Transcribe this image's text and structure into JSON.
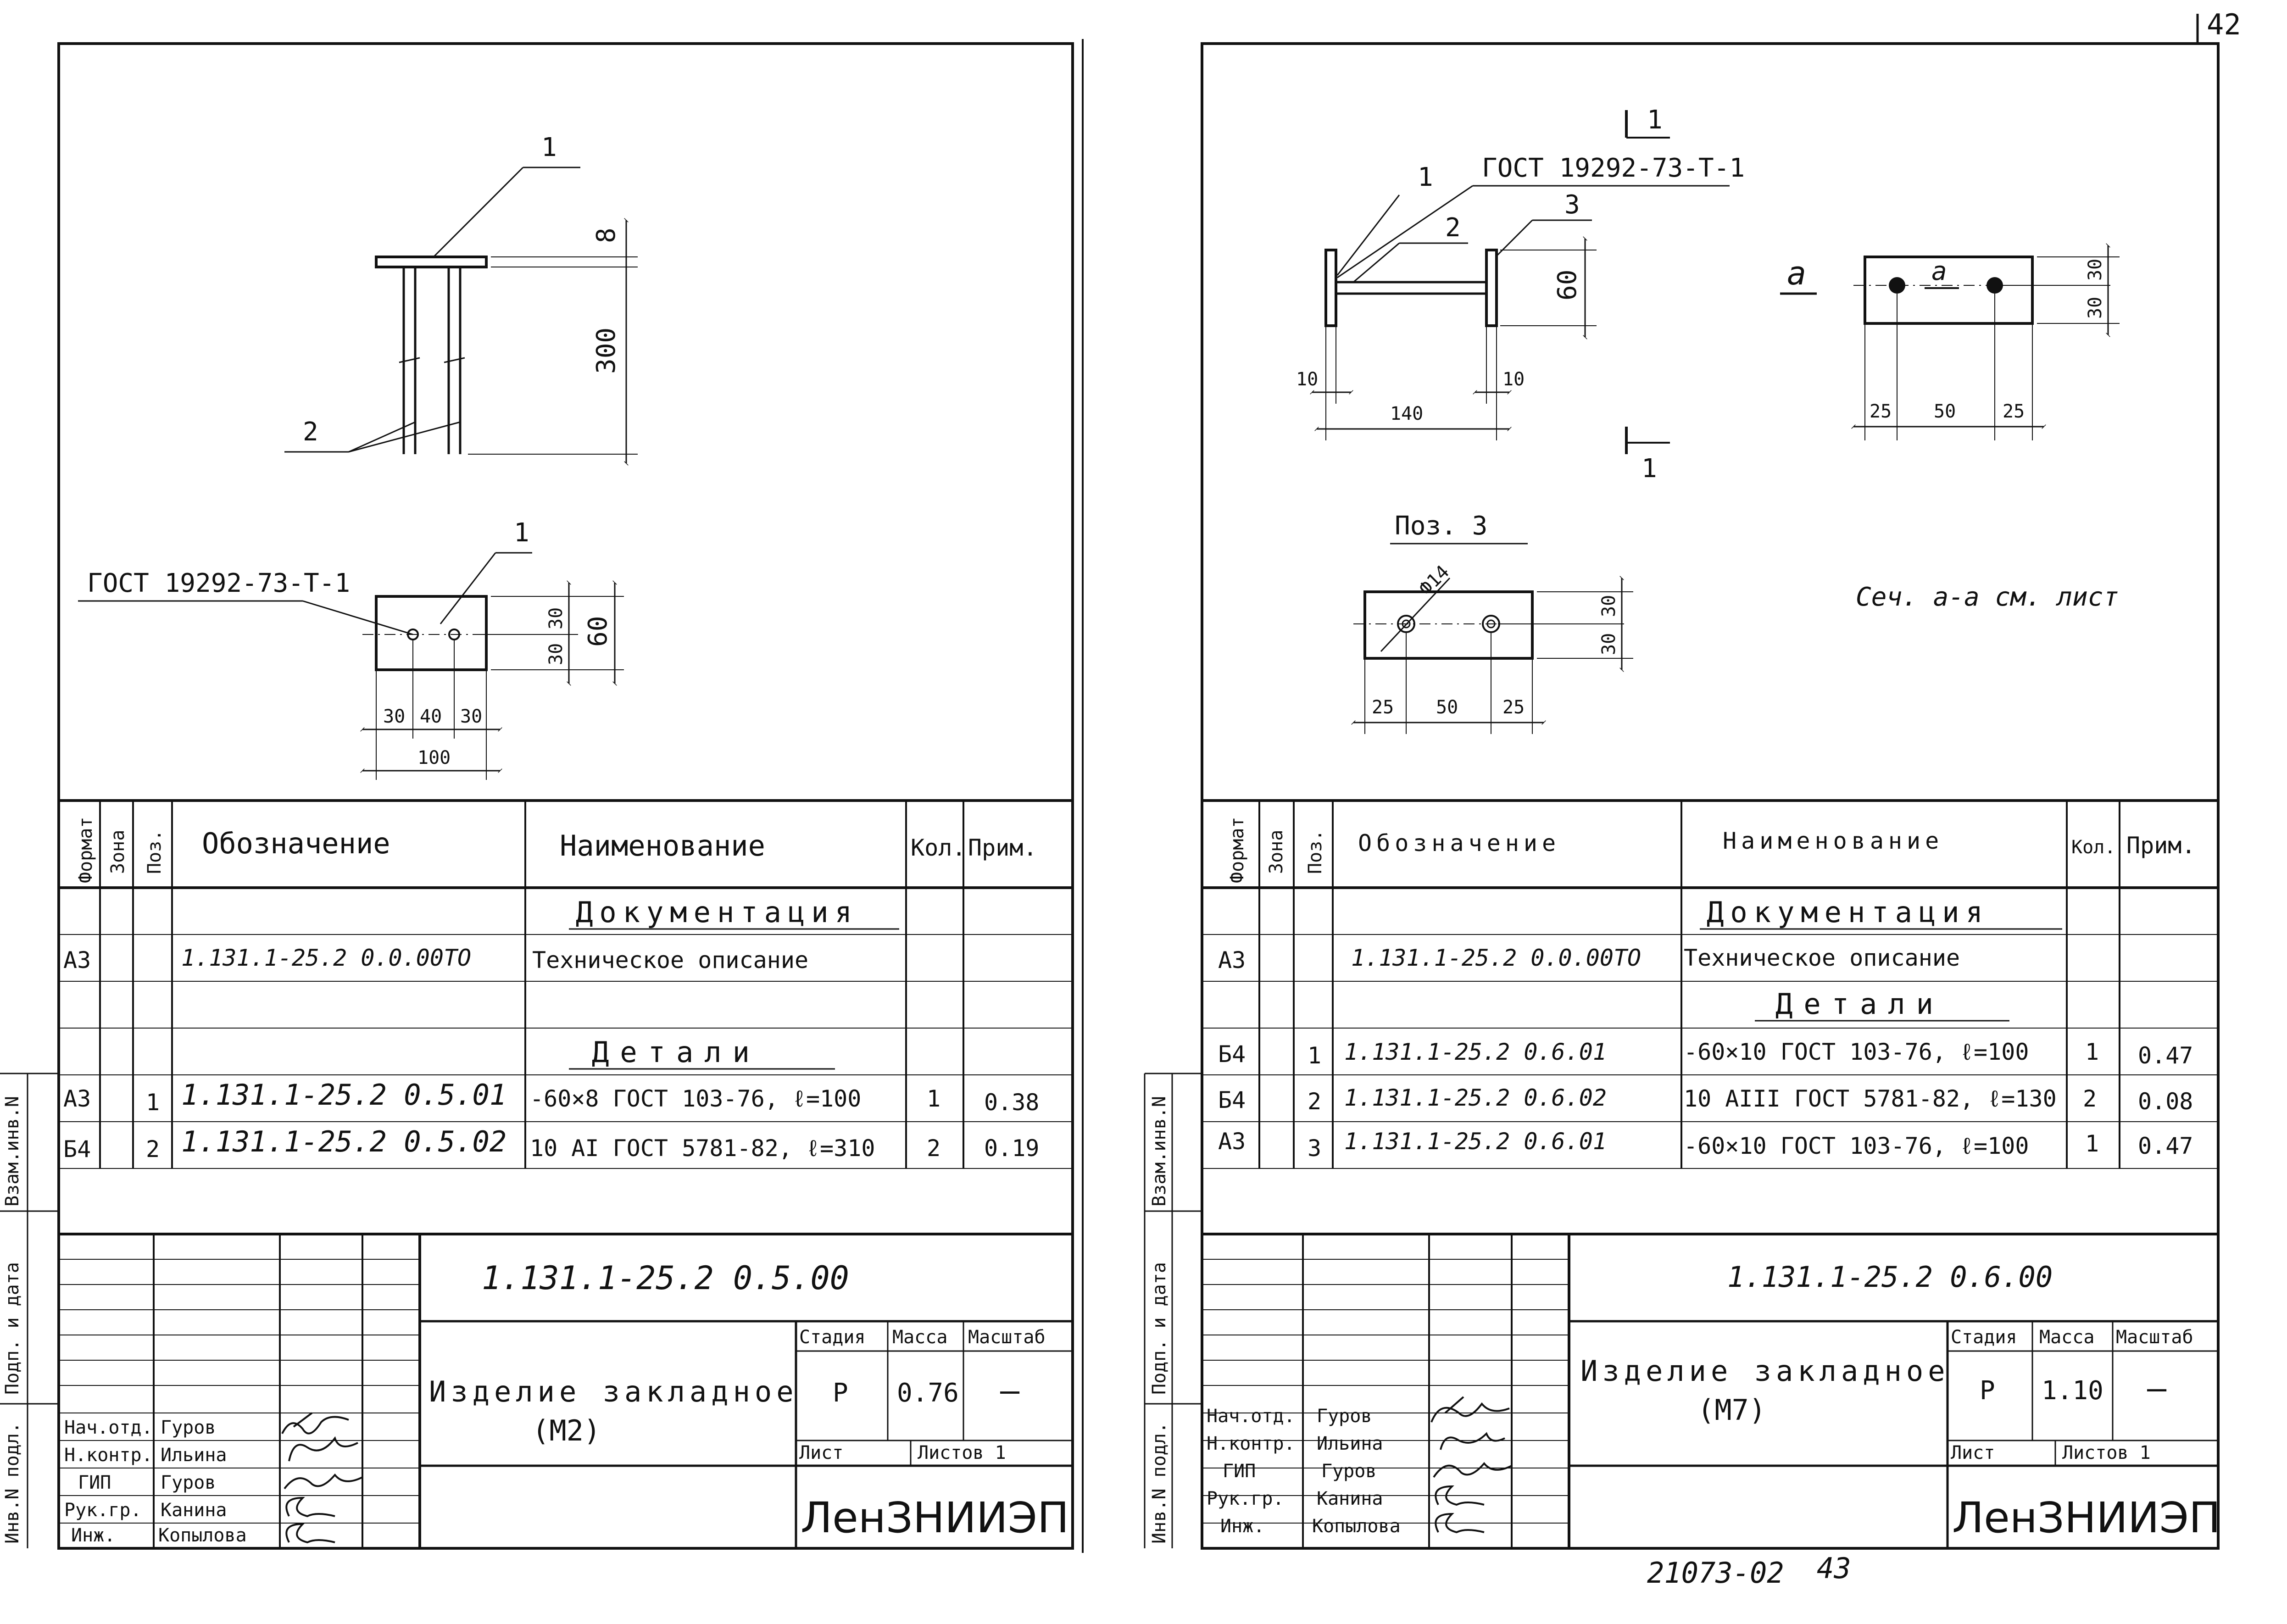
{
  "sheet_number": "42",
  "footer": {
    "doc_code": "21073-02",
    "page": "43"
  },
  "left": {
    "drawing": {
      "callout_1": "1",
      "callout_1b": "1",
      "callout_2": "2",
      "gost_label": "ГОСТ 19292-73-Т-1",
      "dims": {
        "d8": "8",
        "d300": "300",
        "d30a": "30",
        "d30b": "30",
        "d60": "60",
        "w30a": "30",
        "w40": "40",
        "w30b": "30",
        "w100": "100"
      }
    },
    "spec": {
      "headers": {
        "format": "Формат",
        "zone": "Зона",
        "pos": "Поз.",
        "designation": "Обозначение",
        "name": "Наименование",
        "qty": "Кол.",
        "note": "Прим."
      },
      "section_doc": "Документация",
      "doc_row": {
        "format": "А3",
        "designation": "1.131.1-25.2 0.0.00ТО",
        "name": "Техническое описание"
      },
      "section_parts": "Детали",
      "rows": [
        {
          "format": "А3",
          "pos": "1",
          "designation": "1.131.1-25.2 0.5.01",
          "name": "-60×8 ГОСТ 103-76, ℓ=100",
          "qty": "1",
          "note": "0.38"
        },
        {
          "format": "Б4",
          "pos": "2",
          "designation": "1.131.1-25.2 0.5.02",
          "name": "10 АI ГОСТ 5781-82, ℓ=310",
          "qty": "2",
          "note": "0.19"
        }
      ]
    },
    "title_block": {
      "doc_number": "1.131.1-25.2 0.5.00",
      "title_line1": "Изделие закладное",
      "title_line2": "(М2)",
      "stage_label": "Стадия",
      "mass_label": "Масса",
      "scale_label": "Масштаб",
      "stage": "Р",
      "mass": "0.76",
      "scale": "—",
      "sheet_label": "Лист",
      "sheets_label": "Листов 1",
      "org": "ЛенЗНИИЭП",
      "people": [
        {
          "role": "Нач.отд.",
          "name": "Гуров"
        },
        {
          "role": "Н.контр.",
          "name": "Ильина"
        },
        {
          "role": "ГИП",
          "name": "Гуров"
        },
        {
          "role": "Рук.гр.",
          "name": "Канина"
        },
        {
          "role": "Инж.",
          "name": "Копылова"
        }
      ]
    },
    "margin": {
      "inv_no": "Инв.N подл.",
      "sign_date": "Подп. и дата",
      "replace_inv": "Взам.инв.N"
    }
  },
  "right": {
    "drawing": {
      "callout_1": "1",
      "callout_2": "2",
      "callout_3": "3",
      "gost_label": "ГОСТ 19292-73-Т-1",
      "section_mark_top": "1",
      "section_mark_bottom": "1",
      "view_letter": "а",
      "view_letter_inner": "а",
      "pos3_label": "Поз. 3",
      "hole_dia": "Ф14",
      "section_note": "Сеч. а-а см. лист",
      "dims": {
        "d10a": "10",
        "d10b": "10",
        "d140": "140",
        "d60": "60",
        "v30a": "30",
        "v30b": "30",
        "h25a": "25",
        "h50": "50",
        "h25b": "25",
        "p30a": "30",
        "p30b": "30",
        "p25a": "25",
        "p50": "50",
        "p25b": "25"
      }
    },
    "spec": {
      "headers": {
        "format": "Формат",
        "zone": "Зона",
        "pos": "Поз.",
        "designation": "Обозначение",
        "name": "Наименование",
        "qty": "Кол.",
        "note": "Прим."
      },
      "section_doc": "Документация",
      "doc_row": {
        "format": "А3",
        "designation": "1.131.1-25.2 0.0.00ТО",
        "name": "Техническое описание"
      },
      "section_parts": "Детали",
      "rows": [
        {
          "format": "Б4",
          "pos": "1",
          "designation": "1.131.1-25.2 0.6.01",
          "name": "-60×10 ГОСТ 103-76, ℓ=100",
          "qty": "1",
          "note": "0.47"
        },
        {
          "format": "Б4",
          "pos": "2",
          "designation": "1.131.1-25.2 0.6.02",
          "name": "10 АIII ГОСТ 5781-82, ℓ=130",
          "qty": "2",
          "note": "0.08"
        },
        {
          "format": "А3",
          "pos": "3",
          "designation": "1.131.1-25.2 0.6.01",
          "name": "-60×10 ГОСТ 103-76, ℓ=100",
          "qty": "1",
          "note": "0.47"
        }
      ]
    },
    "title_block": {
      "doc_number": "1.131.1-25.2 0.6.00",
      "title_line1": "Изделие закладное",
      "title_line2": "(М7)",
      "stage_label": "Стадия",
      "mass_label": "Масса",
      "scale_label": "Масштаб",
      "stage": "Р",
      "mass": "1.10",
      "scale": "—",
      "sheet_label": "Лист",
      "sheets_label": "Листов 1",
      "org": "ЛенЗНИИЭП",
      "people": [
        {
          "role": "Нач.отд.",
          "name": "Гуров"
        },
        {
          "role": "Н.контр.",
          "name": "Ильина"
        },
        {
          "role": "ГИП",
          "name": "Гуров"
        },
        {
          "role": "Рук.гр.",
          "name": "Канина"
        },
        {
          "role": "Инж.",
          "name": "Копылова"
        }
      ]
    },
    "margin": {
      "inv_no": "Инв.N подл.",
      "sign_date": "Подп. и дата",
      "replace_inv": "Взам.инв.N"
    }
  }
}
